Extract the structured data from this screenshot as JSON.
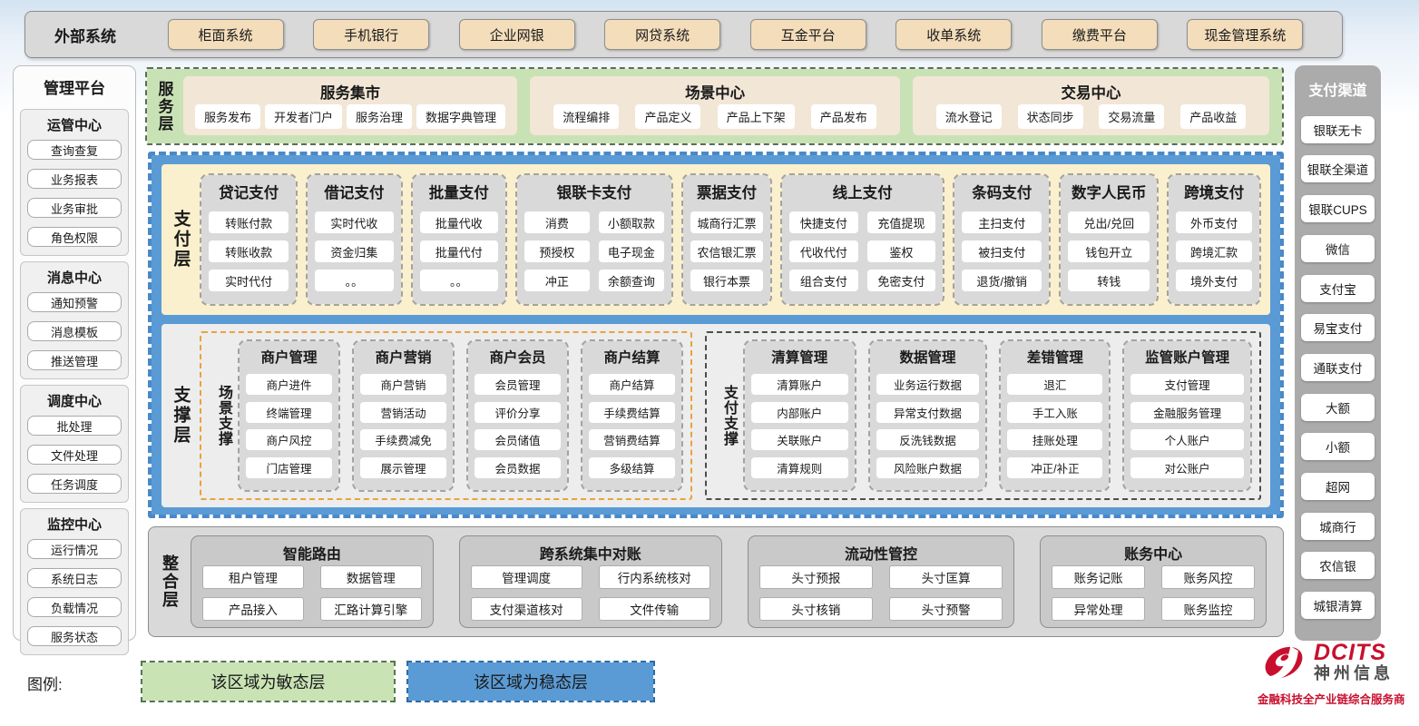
{
  "external_systems": {
    "label": "外部系统",
    "items": [
      "柜面系统",
      "手机银行",
      "企业网银",
      "网贷系统",
      "互金平台",
      "收单系统",
      "缴费平台",
      "现金管理系统"
    ]
  },
  "management_platform": {
    "title": "管理平台",
    "sections": [
      {
        "title": "运管中心",
        "items": [
          "查询查复",
          "业务报表",
          "业务审批",
          "角色权限"
        ]
      },
      {
        "title": "消息中心",
        "items": [
          "通知预警",
          "消息模板",
          "推送管理"
        ]
      },
      {
        "title": "调度中心",
        "items": [
          "批处理",
          "文件处理",
          "任务调度"
        ]
      },
      {
        "title": "监控中心",
        "items": [
          "运行情况",
          "系统日志",
          "负载情况",
          "服务状态"
        ]
      }
    ]
  },
  "service_layer": {
    "label": "服务层",
    "groups": [
      {
        "title": "服务集市",
        "items": [
          "服务发布",
          "开发者门户",
          "服务治理",
          "数据字典管理"
        ]
      },
      {
        "title": "场景中心",
        "items": [
          "流程编排",
          "产品定义",
          "产品上下架",
          "产品发布"
        ]
      },
      {
        "title": "交易中心",
        "items": [
          "流水登记",
          "状态同步",
          "交易流量",
          "产品收益"
        ]
      }
    ]
  },
  "payment_layer": {
    "label": "支付层",
    "columns": [
      {
        "title": "贷记支付",
        "items": [
          "转账付款",
          "转账收款",
          "实时代付"
        ]
      },
      {
        "title": "借记支付",
        "items": [
          "实时代收",
          "资金归集",
          "。。"
        ]
      },
      {
        "title": "批量支付",
        "items": [
          "批量代收",
          "批量代付",
          "。。"
        ]
      },
      {
        "title": "银联卡支付",
        "items": [
          "消费",
          "小额取款",
          "预授权",
          "电子现金",
          "冲正",
          "余额查询"
        ]
      },
      {
        "title": "票据支付",
        "items": [
          "城商行汇票",
          "农信银汇票",
          "银行本票"
        ]
      },
      {
        "title": "线上支付",
        "items": [
          "快捷支付",
          "充值提现",
          "代收代付",
          "鉴权",
          "组合支付",
          "免密支付"
        ]
      },
      {
        "title": "条码支付",
        "items": [
          "主扫支付",
          "被扫支付",
          "退货/撤销"
        ]
      },
      {
        "title": "数字人民币",
        "items": [
          "兑出/兑回",
          "钱包开立",
          "转钱"
        ]
      },
      {
        "title": "跨境支付",
        "items": [
          "外币支付",
          "跨境汇款",
          "境外支付"
        ]
      }
    ]
  },
  "support_layer": {
    "label": "支撑层",
    "groups": [
      {
        "label": "场景支撑",
        "columns": [
          {
            "title": "商户管理",
            "items": [
              "商户进件",
              "终端管理",
              "商户风控",
              "门店管理"
            ]
          },
          {
            "title": "商户营销",
            "items": [
              "商户营销",
              "营销活动",
              "手续费减免",
              "展示管理"
            ]
          },
          {
            "title": "商户会员",
            "items": [
              "会员管理",
              "评价分享",
              "会员储值",
              "会员数据"
            ]
          },
          {
            "title": "商户结算",
            "items": [
              "商户结算",
              "手续费结算",
              "营销费结算",
              "多级结算"
            ]
          }
        ]
      },
      {
        "label": "支付支撑",
        "columns": [
          {
            "title": "清算管理",
            "items": [
              "清算账户",
              "内部账户",
              "关联账户",
              "清算规则"
            ]
          },
          {
            "title": "数据管理",
            "items": [
              "业务运行数据",
              "异常支付数据",
              "反洗钱数据",
              "风险账户数据"
            ]
          },
          {
            "title": "差错管理",
            "items": [
              "退汇",
              "手工入账",
              "挂账处理",
              "冲正/补正"
            ]
          },
          {
            "title": "监管账户管理",
            "items": [
              "支付管理",
              "金融服务管理",
              "个人账户",
              "对公账户"
            ]
          }
        ]
      }
    ]
  },
  "integration_layer": {
    "label": "整合层",
    "groups": [
      {
        "title": "智能路由",
        "items": [
          "租户管理",
          "数据管理",
          "产品接入",
          "汇路计算引擎"
        ]
      },
      {
        "title": "跨系统集中对账",
        "items": [
          "管理调度",
          "行内系统核对",
          "支付渠道核对",
          "文件传输"
        ]
      },
      {
        "title": "流动性管控",
        "items": [
          "头寸预报",
          "头寸匡算",
          "头寸核销",
          "头寸预警"
        ]
      },
      {
        "title": "账务中心",
        "items": [
          "账务记账",
          "账务风控",
          "异常处理",
          "账务监控"
        ]
      }
    ]
  },
  "payment_channels": {
    "title": "支付渠道",
    "items": [
      "银联无卡",
      "银联全渠道",
      "银联CUPS",
      "微信",
      "支付宝",
      "易宝支付",
      "通联支付",
      "大额",
      "小额",
      "超网",
      "城商行",
      "农信银",
      "城银清算"
    ]
  },
  "legend": {
    "label": "图例:",
    "agile": "该区域为敏态层",
    "stable": "该区域为稳态层"
  },
  "logo": {
    "brand": "DCITS",
    "name": "神州信息",
    "tagline": "金融科技全产业链综合服务商"
  },
  "colors": {
    "agile_green": "#c9e2b5",
    "stable_blue": "#5b9bd5",
    "payment_cream": "#fbf0cd",
    "external_wheat": "#f3ddbb",
    "module_gray": "#d9d9d9",
    "scene_orange_border": "#e8a33c",
    "brand_red": "#c8102e"
  }
}
